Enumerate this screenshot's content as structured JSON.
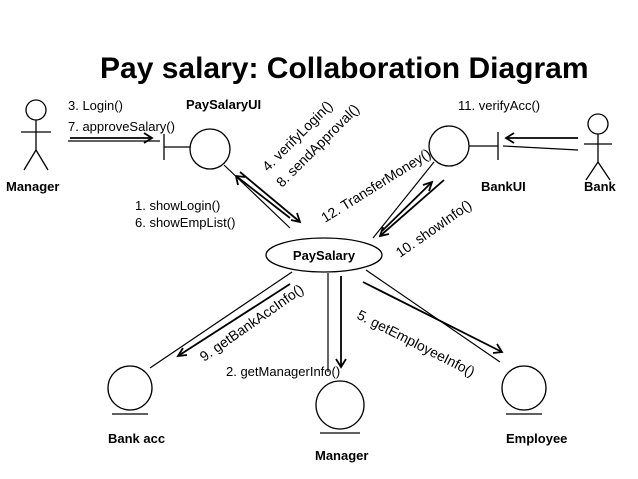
{
  "title": "Pay salary: Collaboration Diagram",
  "actors": {
    "manager": "Manager",
    "bank": "Bank"
  },
  "objects": {
    "pay_salary_ui": "PaySalaryUI",
    "bank_ui": "BankUI",
    "pay_salary": "PaySalary",
    "bank_acc": "Bank acc",
    "manager_entity": "Manager",
    "employee": "Employee"
  },
  "messages": {
    "login": "3. Login()",
    "approve_salary": "7. approveSalary()",
    "verify_login": "4. verifyLogin()",
    "send_approval": "8. sendApproval()",
    "show_login": "1. showLogin()",
    "show_emp_list": "6. showEmpList()",
    "transfer_money": "12. TransferMoney()",
    "show_info": "10. showInfo()",
    "verify_acc": "11. verifyAcc()",
    "get_bank_acc_info": "9. getBankAccInfo()",
    "get_manager_info": "2. getManagerInfo()",
    "get_employee_info": "5. getEmployeeInfo()"
  }
}
